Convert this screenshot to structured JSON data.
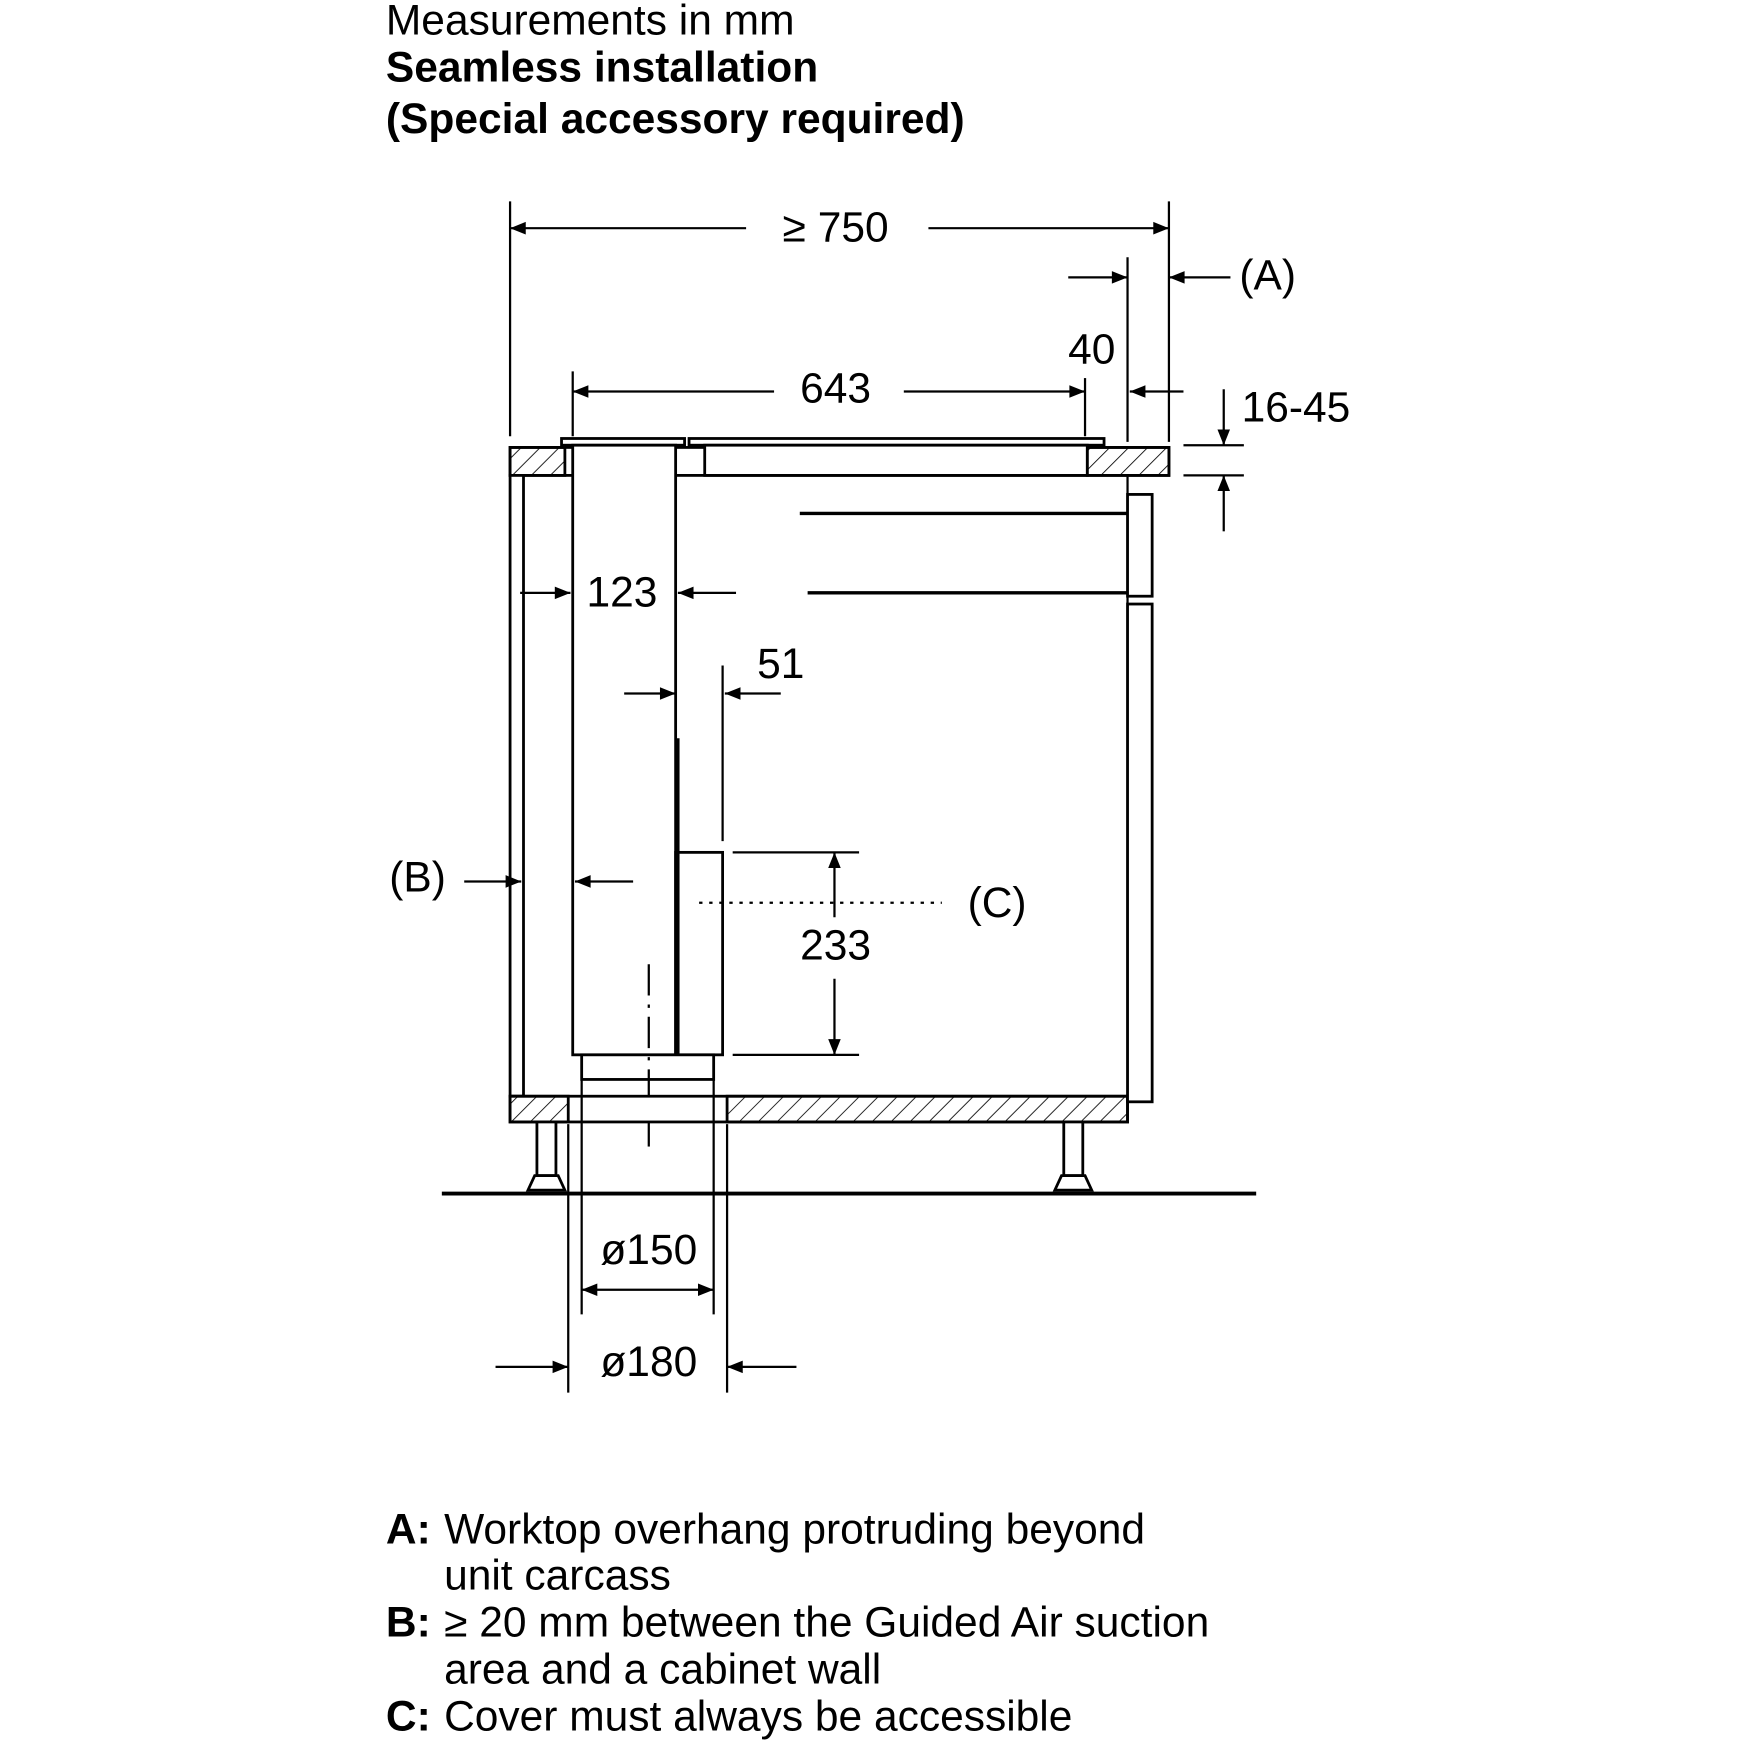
{
  "header": {
    "line1": "Measurements in mm",
    "line2": "Seamless installation",
    "line3": "(Special accessory required)"
  },
  "dimensions": {
    "d750": "≥ 750",
    "d643": "643",
    "d40": "40",
    "d16_45": "16-45",
    "d123": "123",
    "d51": "51",
    "d233": "233",
    "d150": "ø150",
    "d180": "ø180"
  },
  "markers": {
    "a": "(A)",
    "b": "(B)",
    "c": "(C)"
  },
  "legend": [
    {
      "key": "A:",
      "lines": [
        "Worktop overhang protruding beyond",
        "unit carcass"
      ]
    },
    {
      "key": "B:",
      "lines": [
        "≥ 20 mm between the Guided Air suction",
        "area and a cabinet wall"
      ]
    },
    {
      "key": "C:",
      "lines": [
        "Cover must always be accessible"
      ]
    }
  ]
}
